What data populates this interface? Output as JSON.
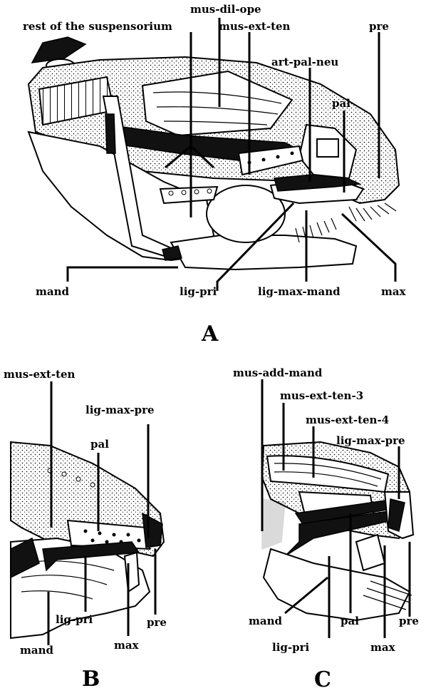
{
  "panels": {
    "A": {
      "letter": "A",
      "labels": {
        "rest": "rest of the suspensorium",
        "mus_dil_ope": "mus-dil-ope",
        "mus_ext_ten": "mus-ext-ten",
        "pre": "pre",
        "art_pal_neu": "art-pal-neu",
        "pal": "pal",
        "mand": "mand",
        "lig_pri": "lig-pri",
        "lig_max_mand": "lig-max-mand",
        "max": "max"
      }
    },
    "B": {
      "letter": "B",
      "labels": {
        "mus_ext_ten": "mus-ext-ten",
        "lig_max_pre": "lig-max-pre",
        "pal": "pal",
        "lig_pri": "lig-pri",
        "pre": "pre",
        "max": "max",
        "mand": "mand"
      }
    },
    "C": {
      "letter": "C",
      "labels": {
        "mus_add_mand": "mus-add-mand",
        "mus_ext_ten_3": "mus-ext-ten-3",
        "mus_ext_ten_4": "mus-ext-ten-4",
        "lig_max_pre": "lig-max-pre",
        "mand": "mand",
        "pal": "pal",
        "pre": "pre",
        "lig_pri": "lig-pri",
        "max": "max"
      }
    }
  }
}
